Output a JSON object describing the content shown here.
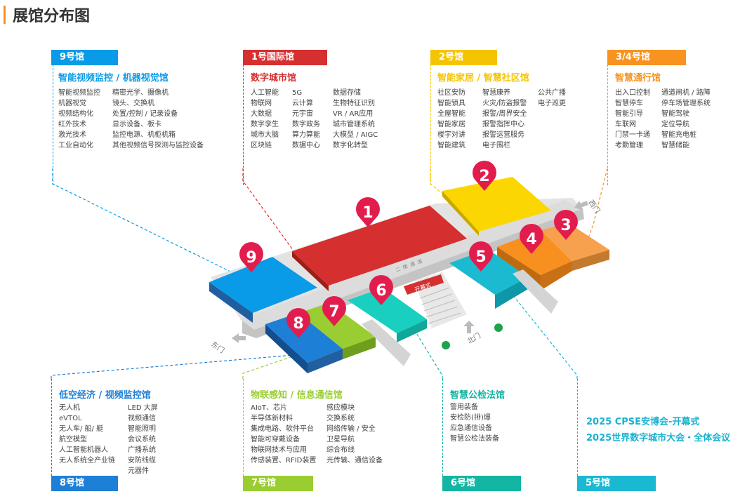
{
  "title": "展馆分布图",
  "halls": [
    {
      "id": "9",
      "tag": "9号馆",
      "subtitle": "智能视频监控 / 机器视觉馆",
      "color": "#0a9be8",
      "columns": [
        [
          "智能视频监控",
          "机器视觉",
          "视频结构化",
          "红外技术",
          "激光技术",
          "工业自动化"
        ],
        [
          "精密光学、摄像机",
          "镜头、交换机",
          "处置/控制 / 记录设备",
          "显示设备、板卡",
          "监控电源、机柜机箱",
          "其他视频信号探测与监控设备"
        ]
      ]
    },
    {
      "id": "1",
      "tag": "1号国际馆",
      "subtitle": "数字城市馆",
      "color": "#d62f2f",
      "columns": [
        [
          "人工智能",
          "物联网",
          "大数据",
          "数字孪生",
          "城市大脑",
          "区块链"
        ],
        [
          "5G",
          "云计算",
          "元宇宙",
          "数字政务",
          "算力算能",
          "数据中心"
        ],
        [
          "数据存储",
          "生物特征识别",
          "VR / AR应用",
          "城市管理系统",
          "大模型 / AIGC",
          "数字化转型"
        ]
      ]
    },
    {
      "id": "2",
      "tag": "2号馆",
      "subtitle": "智能家居 / 智慧社区馆",
      "color": "#f5c400",
      "columns": [
        [
          "社区安防",
          "智能锁具",
          "全屋智能",
          "智能家居",
          "楼宇对讲",
          "智能建筑"
        ],
        [
          "智慧康养",
          "火灾/防盗报警",
          "报警/周界安全",
          "报警指挥中心",
          "报警运营服务",
          "电子围栏"
        ],
        [
          "公共广播",
          "电子巡更"
        ]
      ]
    },
    {
      "id": "34",
      "tag": "3/4号馆",
      "subtitle": "智慧通行馆",
      "color": "#f7931e",
      "columns": [
        [
          "出入口控制",
          "智慧停车",
          "智能引导",
          "车联网",
          "门禁一卡通",
          "考勤管理"
        ],
        [
          "通道闸机 / 路障",
          "停车场管理系统",
          "智能驾驶",
          "定位导航",
          "智能充电桩",
          "智慧储能"
        ]
      ]
    },
    {
      "id": "8",
      "tag": "8号馆",
      "subtitle": "低空经济 / 视频监控馆",
      "color": "#1e7fd6",
      "columns": [
        [
          "无人机",
          "eVTOL",
          "无人车/ 船/ 艇",
          "航空模型",
          "人工智能机器人",
          "无人系统全产业链"
        ],
        [
          "LED 大屏",
          "视频通信",
          "智能照明",
          "会议系统",
          "广播系统",
          "安防线缆",
          "元器件"
        ]
      ]
    },
    {
      "id": "7",
      "tag": "7号馆",
      "subtitle": "物联感知 / 信息通信馆",
      "color": "#9acd32",
      "columns": [
        [
          "AIoT、芯片",
          "半导体新材料",
          "集成电路、软件平台",
          "智能可穿戴设备",
          "物联网技术与应用",
          "传感装置、RFID装置"
        ],
        [
          "感应模块",
          "交换系统",
          "网络传输 / 安全",
          "卫星导航",
          "综合布线",
          "光传输、通信设备"
        ]
      ]
    },
    {
      "id": "6",
      "tag": "6号馆",
      "subtitle": "智慧公检法馆",
      "color": "#13b5a3",
      "columns": [
        [
          "警用装备",
          "安检防(排)爆",
          "应急通信设备",
          "智慧公检法装备"
        ]
      ]
    },
    {
      "id": "5",
      "tag": "5号馆",
      "subtitle": "",
      "color": "#1ab8d2",
      "columns": []
    }
  ],
  "events": [
    "2025 CPSE安博会-开幕式",
    "2025世界数字城市大会・全体会议"
  ],
  "map": {
    "corridor_label": "二楼通道",
    "opening_label": "开幕式",
    "gates": {
      "east": "东门",
      "west": "西门",
      "north": "北门"
    },
    "pins": [
      "1",
      "2",
      "3",
      "4",
      "5",
      "6",
      "7",
      "8",
      "9"
    ],
    "pin_color": "#e21d4d"
  }
}
